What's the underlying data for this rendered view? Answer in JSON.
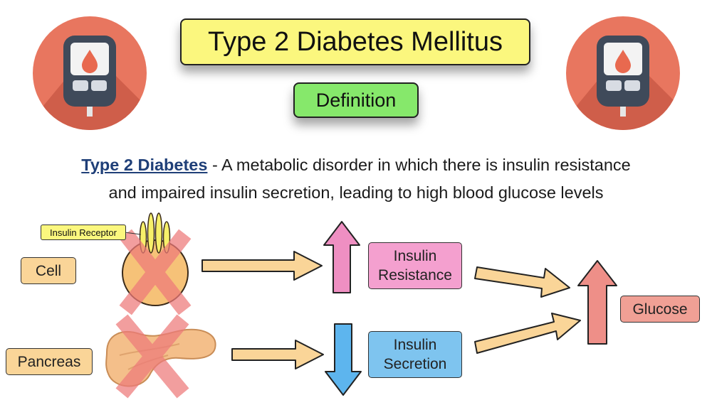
{
  "title": "Type 2 Diabetes Mellitus",
  "subtitle": "Definition",
  "definition": {
    "term": "Type 2 Diabetes",
    "line1": " - A metabolic disorder in which there is insulin resistance",
    "line2": "and impaired insulin secretion, leading to high blood glucose levels"
  },
  "labels": {
    "cell": "Cell",
    "pancreas": "Pancreas",
    "insulin_receptor": "Insulin Receptor",
    "insulin_resistance_line1": "Insulin",
    "insulin_resistance_line2": "Resistance",
    "insulin_secretion_line1": "Insulin",
    "insulin_secretion_line2": "Secretion",
    "glucose": "Glucose"
  },
  "icons": [
    "glucometer-icon",
    "glucometer-icon"
  ],
  "colors": {
    "title_bg": "#fbf77e",
    "subtitle_bg": "#86e86b",
    "resistance_box": "#f4a0cf",
    "secretion_box": "#7ec4ef",
    "glucose_box": "#f0a095",
    "orange_box": "#fad598",
    "up_arrow_pink": "#ef8fc2",
    "down_arrow_blue": "#5db5ee",
    "up_arrow_red": "#ee8f88",
    "icon_circle": "#e8765f"
  }
}
